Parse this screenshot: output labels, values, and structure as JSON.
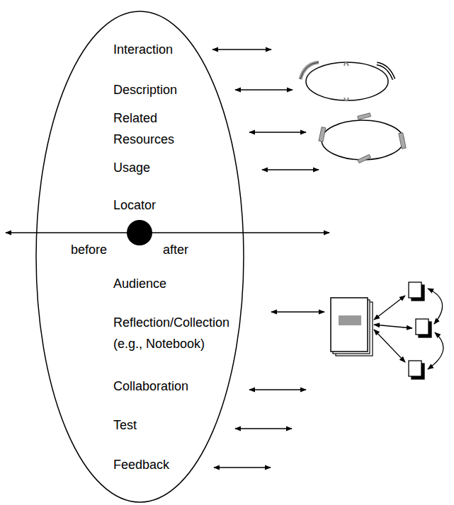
{
  "diagram": {
    "nodes": [
      {
        "text": [
          "Interaction",
          "Description",
          "Related Resources",
          "Usage",
          "Locator",
          "Audience",
          "Reflection/Collection (e.g., Notebook)",
          "Collaboration",
          "Test",
          "Feedback"
        ]
      }
    ],
    "labels": [
      "before",
      "after"
    ]
  }
}
